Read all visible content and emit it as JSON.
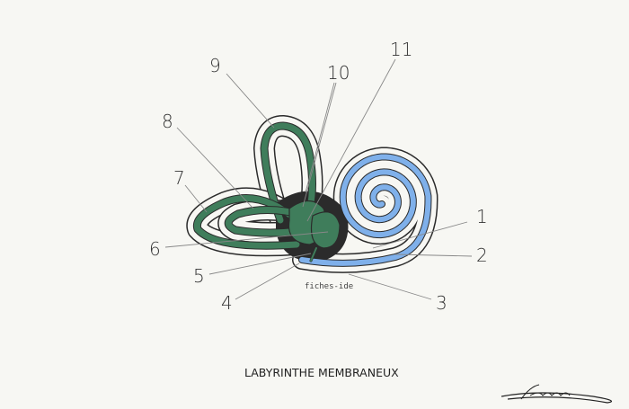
{
  "title": "LABYRINTHE MEMBRANEUX",
  "watermark": "fiches-ide",
  "signature": "Léona",
  "labels": [
    "1",
    "2",
    "3",
    "4",
    "5",
    "6",
    "7",
    "8",
    "9",
    "10",
    "11"
  ],
  "colors": {
    "vestibular": "#3f7d5b",
    "cochlear": "#7fb0ea",
    "background": "#f7f7f3",
    "outline": "#2b2b2b"
  }
}
